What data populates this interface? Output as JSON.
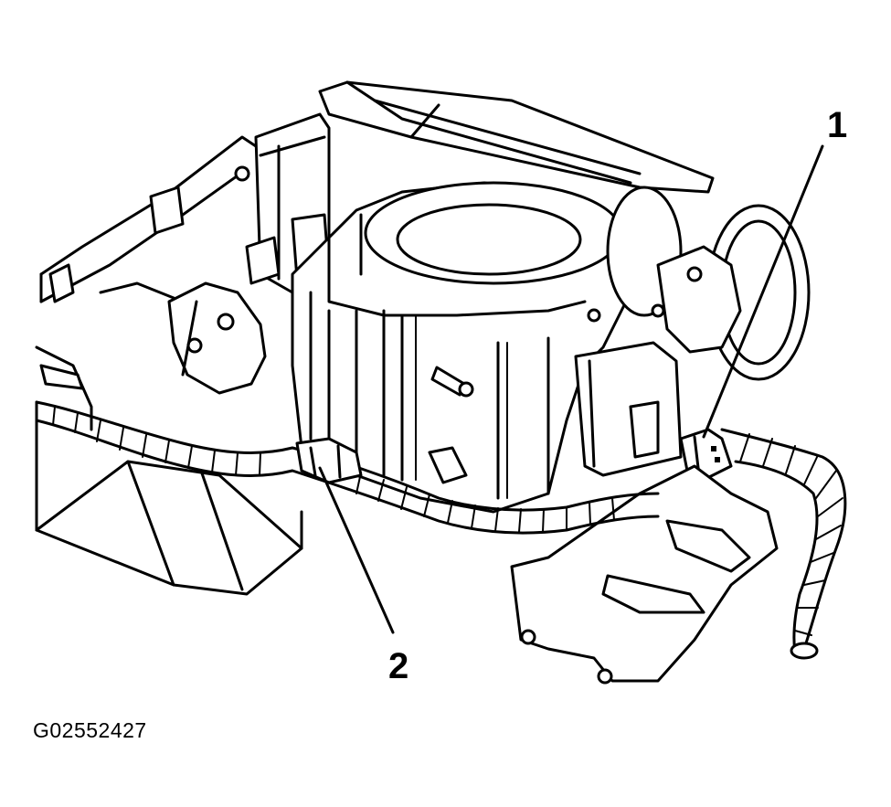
{
  "callouts": [
    {
      "label": "1",
      "part": "electrical-connector"
    },
    {
      "label": "2",
      "part": "harness-retainer"
    }
  ],
  "figure_id": "G02552427",
  "colors": {
    "ink": "#000000",
    "paper": "#ffffff"
  }
}
